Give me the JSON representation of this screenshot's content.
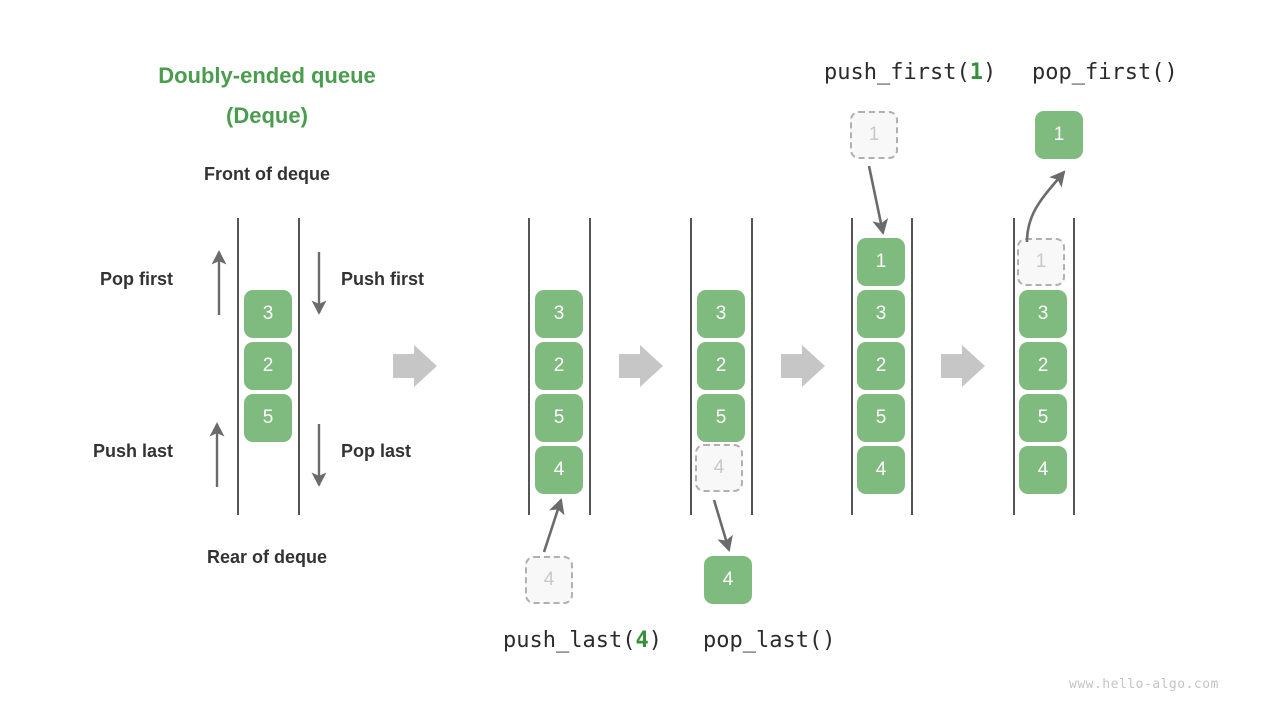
{
  "title": {
    "line1": "Doubly-ended queue",
    "line2": "(Deque)"
  },
  "labels": {
    "front_of_deque": "Front of deque",
    "rear_of_deque": "Rear of deque",
    "pop_first": "Pop first",
    "push_first": "Push first",
    "push_last": "Push last",
    "pop_last": "Pop last"
  },
  "operations": {
    "push_first": {
      "name": "push_first(",
      "arg": "1",
      "close": ")"
    },
    "pop_first": {
      "name": "pop_first()",
      "arg": "",
      "close": ""
    },
    "push_last": {
      "name": "push_last(",
      "arg": "4",
      "close": ")"
    },
    "pop_last": {
      "name": "pop_last()",
      "arg": "",
      "close": ""
    }
  },
  "colors": {
    "title_green": "#4a9d4f",
    "box_green": "#7fba7f",
    "ghost_fill": "#f8f8f8",
    "ghost_border": "#b0b0b0",
    "ghost_text": "#c9c9c9",
    "rail": "#555555",
    "step_arrow": "#c6c6c6",
    "thin_arrow": "#6b6b6b",
    "caption": "#333333"
  },
  "stages": [
    {
      "id": "stage-initial",
      "boxes": [
        {
          "value": "3",
          "state": "solid"
        },
        {
          "value": "2",
          "state": "solid"
        },
        {
          "value": "5",
          "state": "solid"
        }
      ]
    },
    {
      "id": "stage-push-last-result",
      "boxes": [
        {
          "value": "3",
          "state": "solid"
        },
        {
          "value": "2",
          "state": "solid"
        },
        {
          "value": "5",
          "state": "solid"
        },
        {
          "value": "4",
          "state": "solid"
        }
      ],
      "external": {
        "value": "4",
        "state": "ghost",
        "position": "below"
      }
    },
    {
      "id": "stage-pop-last",
      "boxes": [
        {
          "value": "3",
          "state": "solid"
        },
        {
          "value": "2",
          "state": "solid"
        },
        {
          "value": "5",
          "state": "solid"
        },
        {
          "value": "4",
          "state": "ghost"
        }
      ],
      "external": {
        "value": "4",
        "state": "solid",
        "position": "below"
      }
    },
    {
      "id": "stage-push-first",
      "boxes": [
        {
          "value": "1",
          "state": "solid"
        },
        {
          "value": "3",
          "state": "solid"
        },
        {
          "value": "2",
          "state": "solid"
        },
        {
          "value": "5",
          "state": "solid"
        },
        {
          "value": "4",
          "state": "solid"
        }
      ],
      "external": {
        "value": "1",
        "state": "ghost",
        "position": "above"
      }
    },
    {
      "id": "stage-pop-first",
      "boxes": [
        {
          "value": "1",
          "state": "ghost"
        },
        {
          "value": "3",
          "state": "solid"
        },
        {
          "value": "2",
          "state": "solid"
        },
        {
          "value": "5",
          "state": "solid"
        },
        {
          "value": "4",
          "state": "solid"
        }
      ],
      "external": {
        "value": "1",
        "state": "solid",
        "position": "above"
      }
    }
  ],
  "watermark": "www.hello-algo.com"
}
